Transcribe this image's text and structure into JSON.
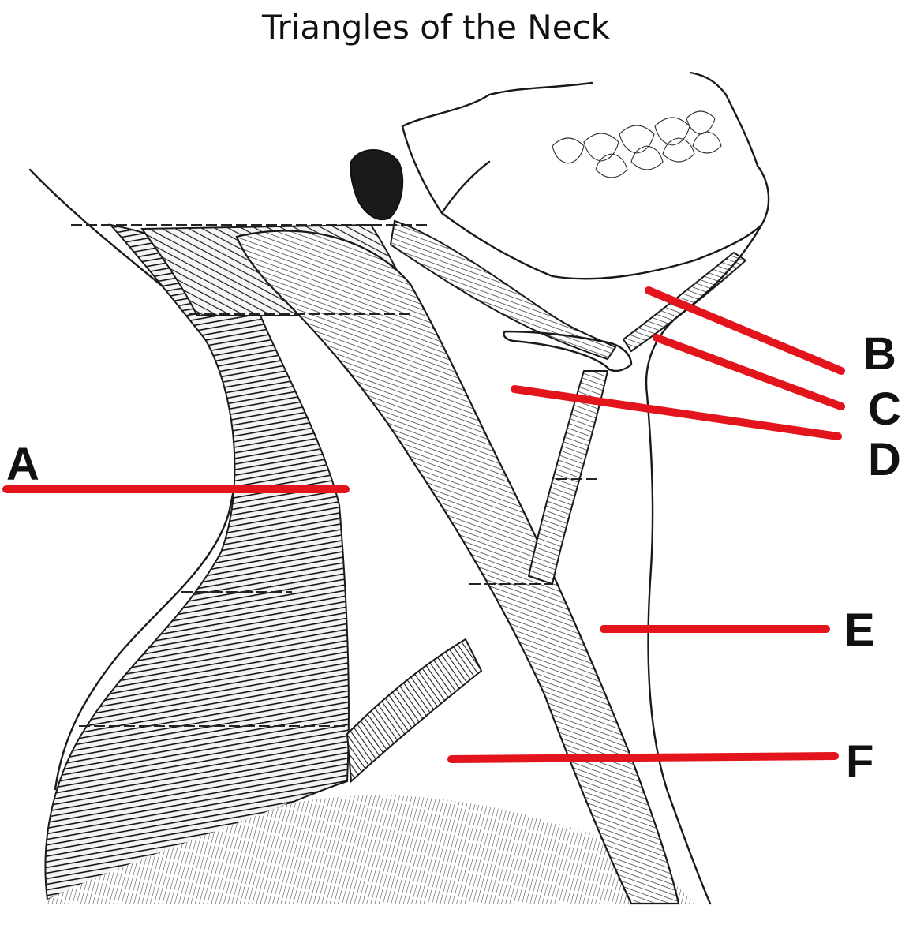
{
  "title": "Triangles of the Neck",
  "labels": {
    "A": "A",
    "B": "B",
    "C": "C",
    "D": "D",
    "E": "E",
    "F": "F"
  },
  "colors": {
    "pointer": "#e3141b",
    "ink": "#1a1a1a"
  }
}
